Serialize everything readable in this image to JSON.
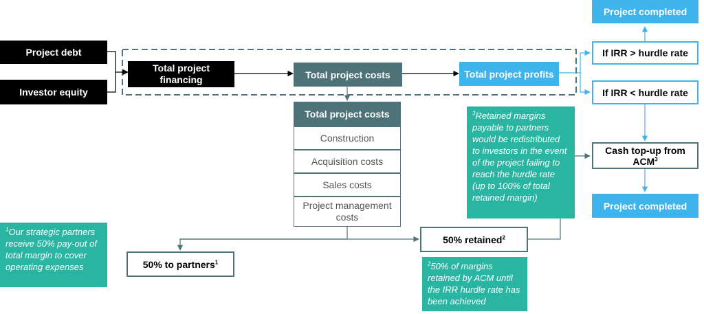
{
  "nodes": {
    "project_debt": "Project debt",
    "investor_equity": "Investor equity",
    "total_project_financing": "Total project financing",
    "total_project_costs": "Total project costs",
    "total_project_profits": "Total project profits",
    "irr_above": "If IRR > hurdle rate",
    "irr_below": "If IRR < hurdle rate",
    "project_completed_top": "Project completed",
    "cash_topup": "Cash top-up from ACM",
    "cash_topup_sup": "3",
    "project_completed_bottom": "Project completed",
    "partners_share": "50% to partners",
    "partners_share_sup": "1",
    "retained_share": "50% retained",
    "retained_share_sup": "2"
  },
  "cost_breakdown": {
    "header": "Total project costs",
    "items": [
      "Construction",
      "Acquisition costs",
      "Sales costs",
      "Project management costs"
    ]
  },
  "notes": {
    "note1_sup": "1",
    "note1_text": "Our strategic partners receive 50% pay-out of total margin to cover operating expenses",
    "note2_sup": "2",
    "note2_text": "50% of margins retained by ACM until the IRR hurdle rate has been achieved",
    "note3_sup": "3",
    "note3_text": "Retained margins payable to partners would be redistributed to investors in the event of the project failing to reach the hurdle rate (up to 100% of total retained margin)"
  },
  "colors": {
    "black": "#000000",
    "teal_dark": "#4d7378",
    "blue": "#3fb4ec",
    "teal_note": "#2ab5a2"
  }
}
